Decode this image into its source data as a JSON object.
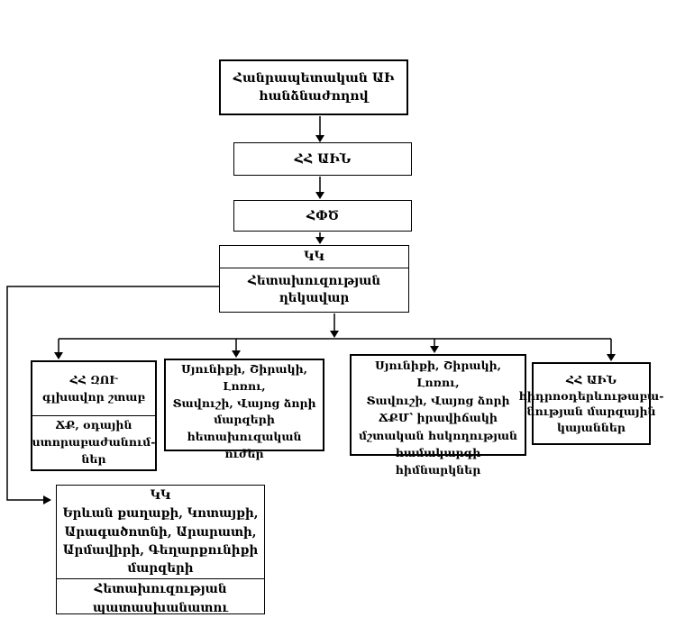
{
  "colors": {
    "ink": "#000000",
    "background": "#ffffff"
  },
  "nodes": {
    "republican_commission": {
      "lines": [
        "Հանրապետական ԱԻ",
        "հանձնաժողով"
      ]
    },
    "mes": {
      "label": "ՀՀ ԱԻՆ"
    },
    "rescue_service": {
      "label": "ՀՓԾ"
    },
    "control_center": {
      "head_lines": [
        "ԿԿ"
      ],
      "body_lines": [
        "Հետախուզության",
        "ղեկավար"
      ]
    },
    "general_staff": {
      "head_lines": [
        "ՀՀ ԶՈՒ",
        "գլխավոր շտաբ"
      ],
      "body_lines": [
        "ՃՔ, օդային",
        "ստորաբաժանում-",
        "ներ"
      ]
    },
    "marz_recon_forces": {
      "lines": [
        "Սյունիքի, Շիրակի, Լոռու,",
        "Տավուշի, Վայոց ձորի",
        "մարզերի",
        "հետախուզական ուժեր"
      ]
    },
    "monitoring_institutions": {
      "lines": [
        "Սյունիքի, Շիրակի, Լոռու,",
        "Տավուշի, Վայոց ձորի",
        "ՃՔՄ՝ իրավիճակի",
        "մշտական հսկողության",
        "համակարգի հիմնարկներ"
      ]
    },
    "hydromet_stations": {
      "lines": [
        "ՀՀ ԱԻՆ",
        "հիդրոօդերևութաբա-",
        "նության մարզային",
        "կայաններ"
      ]
    },
    "marz_control_center": {
      "head_lines": [
        "ԿԿ",
        "Երևան քաղաքի, Կոտայքի,",
        "Արագածոտնի, Արարատի,",
        "Արմավիրի, Գեղարքունիքի",
        "մարզերի"
      ],
      "body_lines": [
        "Հետախուզության",
        "պատասխանատու"
      ]
    }
  }
}
